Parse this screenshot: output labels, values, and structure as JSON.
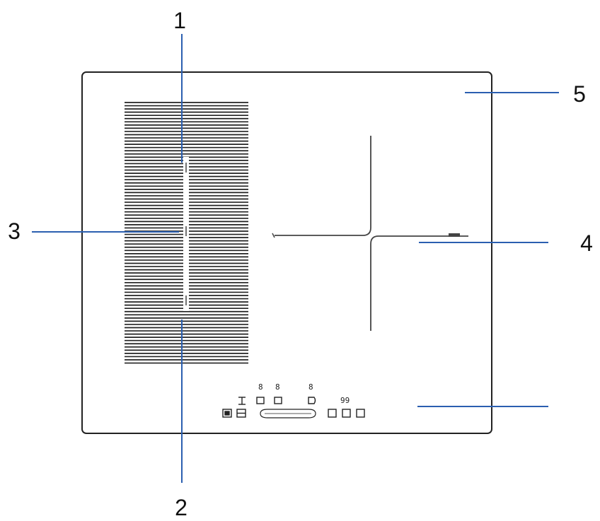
{
  "callouts": {
    "c1": "1",
    "c2": "2",
    "c3": "3",
    "c4": "4",
    "c5": "5"
  },
  "colors": {
    "leader": "#2b5fb0",
    "outline": "#222222",
    "vents": "#222222",
    "background": "#ffffff"
  },
  "controls": {
    "row1_left_a": "8",
    "row1_left_b": "8",
    "row1_mid": "8",
    "row1_right": "99"
  }
}
